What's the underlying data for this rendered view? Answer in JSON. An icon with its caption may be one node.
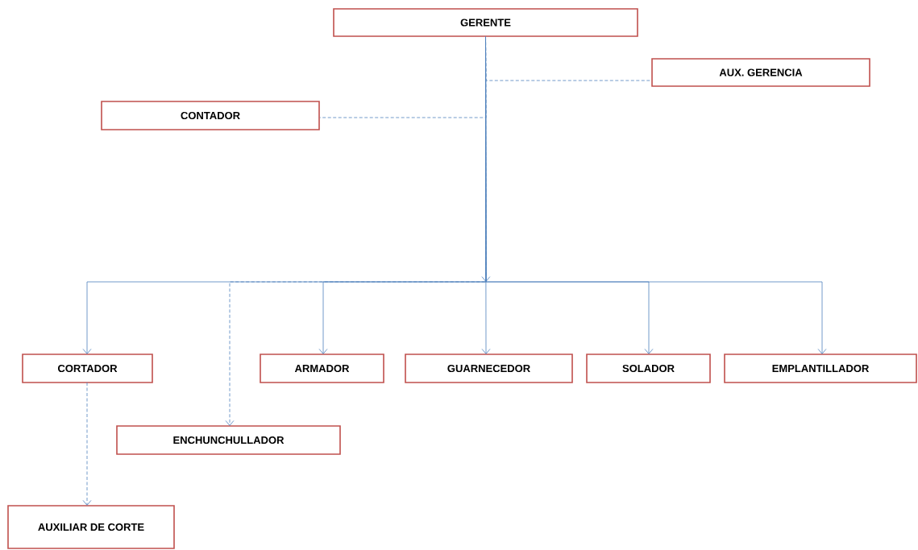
{
  "diagram": {
    "nodes": [
      {
        "text": [
          "GERENTE"
        ]
      },
      {
        "text": [
          "AUX. GERENCIA"
        ]
      },
      {
        "text": [
          "CONTADOR"
        ]
      },
      {
        "text": [
          "CORTADOR"
        ]
      },
      {
        "text": [
          "ARMADOR"
        ]
      },
      {
        "text": [
          "GUARNECEDOR"
        ]
      },
      {
        "text": [
          "SOLADOR"
        ]
      },
      {
        "text": [
          "EMPLANTILLADOR"
        ]
      },
      {
        "text": [
          "ENCHUNCHULLADOR"
        ]
      },
      {
        "text": [
          "AUXILIAR DE CORTE"
        ]
      }
    ],
    "edges": [
      {
        "from": 0,
        "to": 1,
        "arrow": "none",
        "style": "dashed"
      },
      {
        "from": 0,
        "to": 2,
        "arrow": "none",
        "style": "dashed"
      },
      {
        "from": 0,
        "to": 3,
        "arrow": "to"
      },
      {
        "from": 0,
        "to": 8,
        "arrow": "to",
        "style": "dashed"
      },
      {
        "from": 0,
        "to": 4,
        "arrow": "to"
      },
      {
        "from": 0,
        "to": 5,
        "arrow": "to"
      },
      {
        "from": 0,
        "to": 6,
        "arrow": "to"
      },
      {
        "from": 0,
        "to": 7,
        "arrow": "to"
      },
      {
        "from": 3,
        "to": 9,
        "arrow": "to",
        "style": "dashed"
      }
    ]
  }
}
